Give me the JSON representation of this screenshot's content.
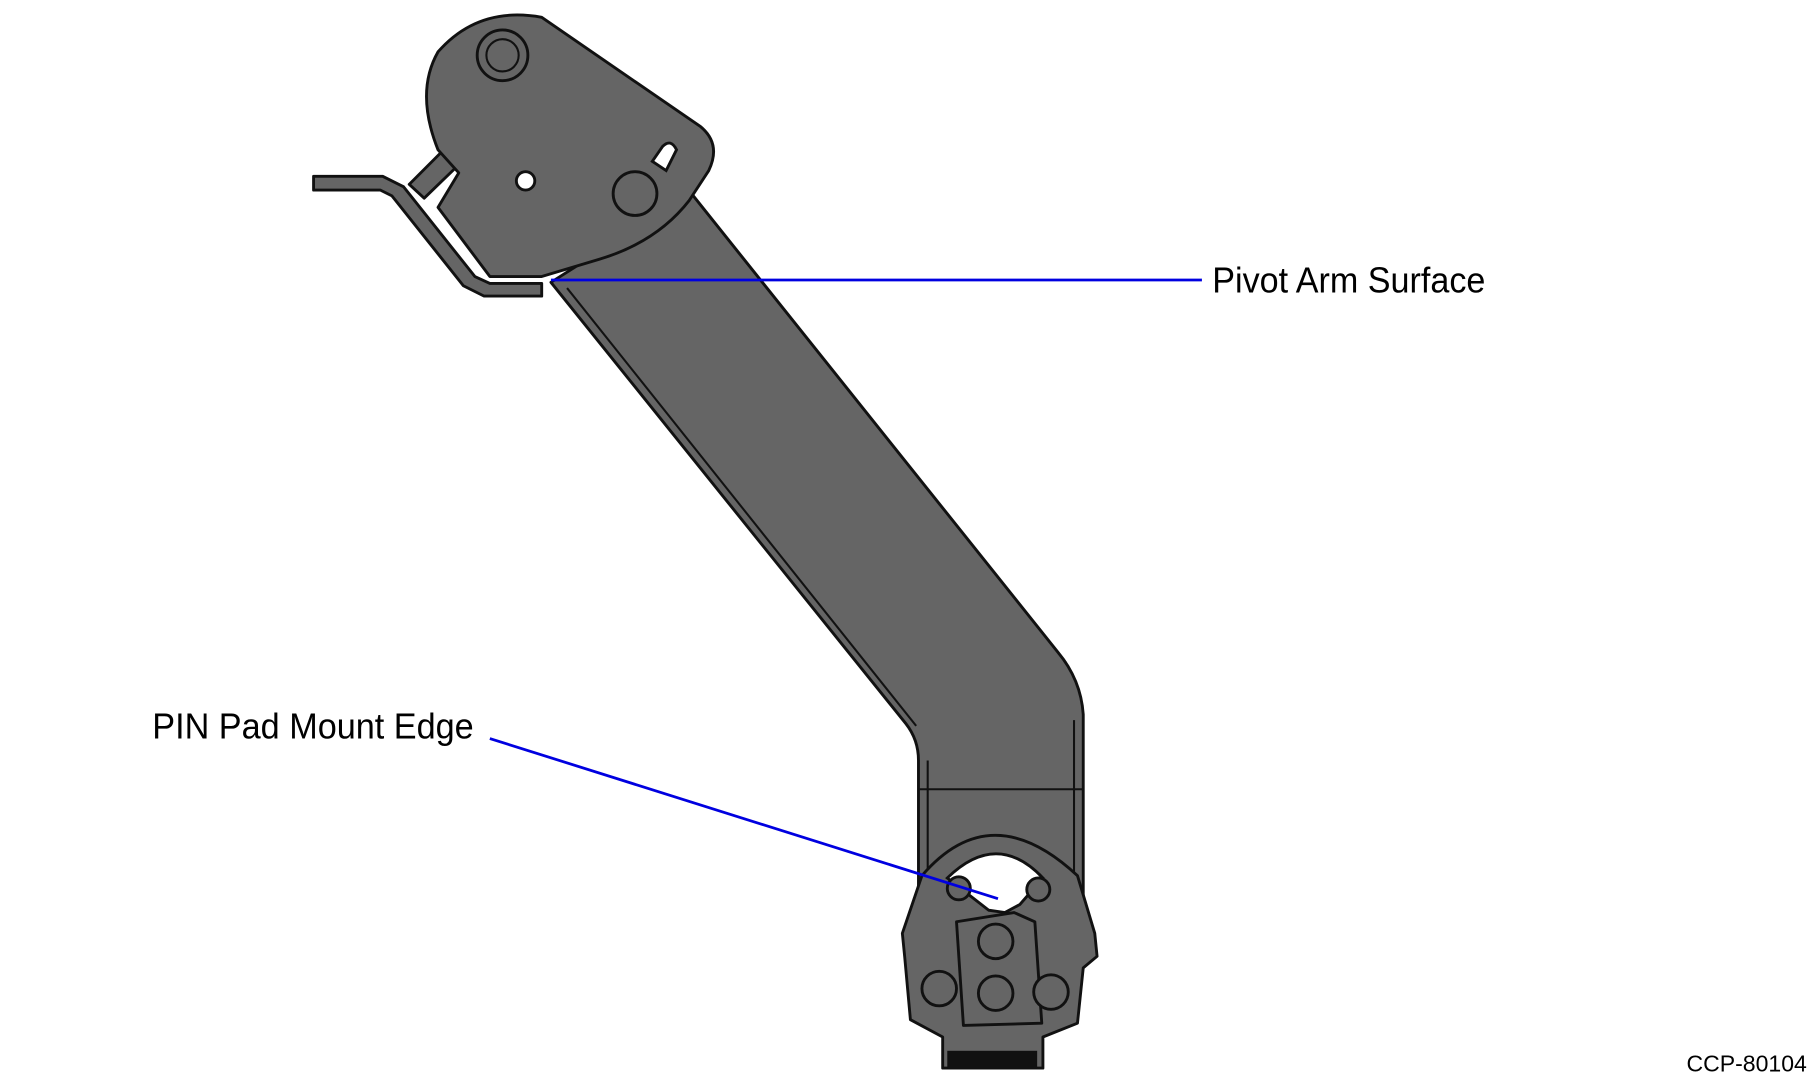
{
  "callouts": [
    {
      "label": "Pivot Arm Surface"
    },
    {
      "label": "PIN Pad Mount Edge"
    }
  ],
  "figure_id": "CCP-80104",
  "colors": {
    "leader": "#0000e0",
    "part": "#656565",
    "outline": "#111111"
  }
}
